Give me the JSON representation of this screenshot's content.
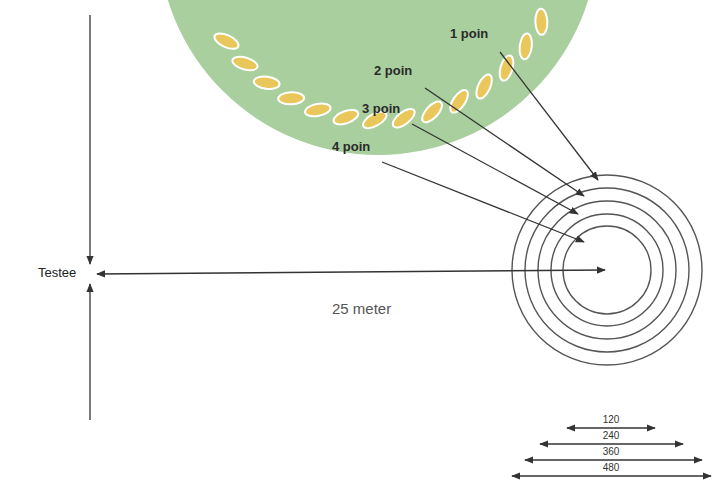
{
  "diagram": {
    "labels": [
      "1 poin",
      "2 poin",
      "3 poin",
      "4 poin",
      "Testee",
      "25 meter",
      "120",
      "240",
      "360",
      "480"
    ]
  }
}
